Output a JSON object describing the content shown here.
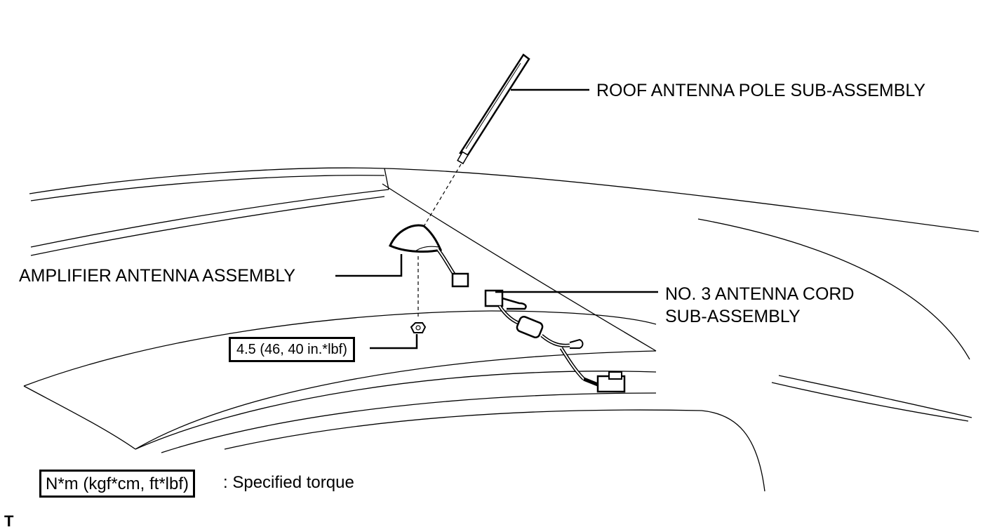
{
  "labels": {
    "roof_pole": "ROOF ANTENNA POLE SUB-ASSEMBLY",
    "amplifier": "AMPLIFIER ANTENNA ASSEMBLY",
    "cord_line1": "NO. 3 ANTENNA CORD",
    "cord_line2": "SUB-ASSEMBLY",
    "torque_value": "4.5 (46, 40 in.*lbf)"
  },
  "legend": {
    "unit_box": "N*m (kgf*cm, ft*lbf)",
    "description": ": Specified torque"
  },
  "corner_mark": "T"
}
